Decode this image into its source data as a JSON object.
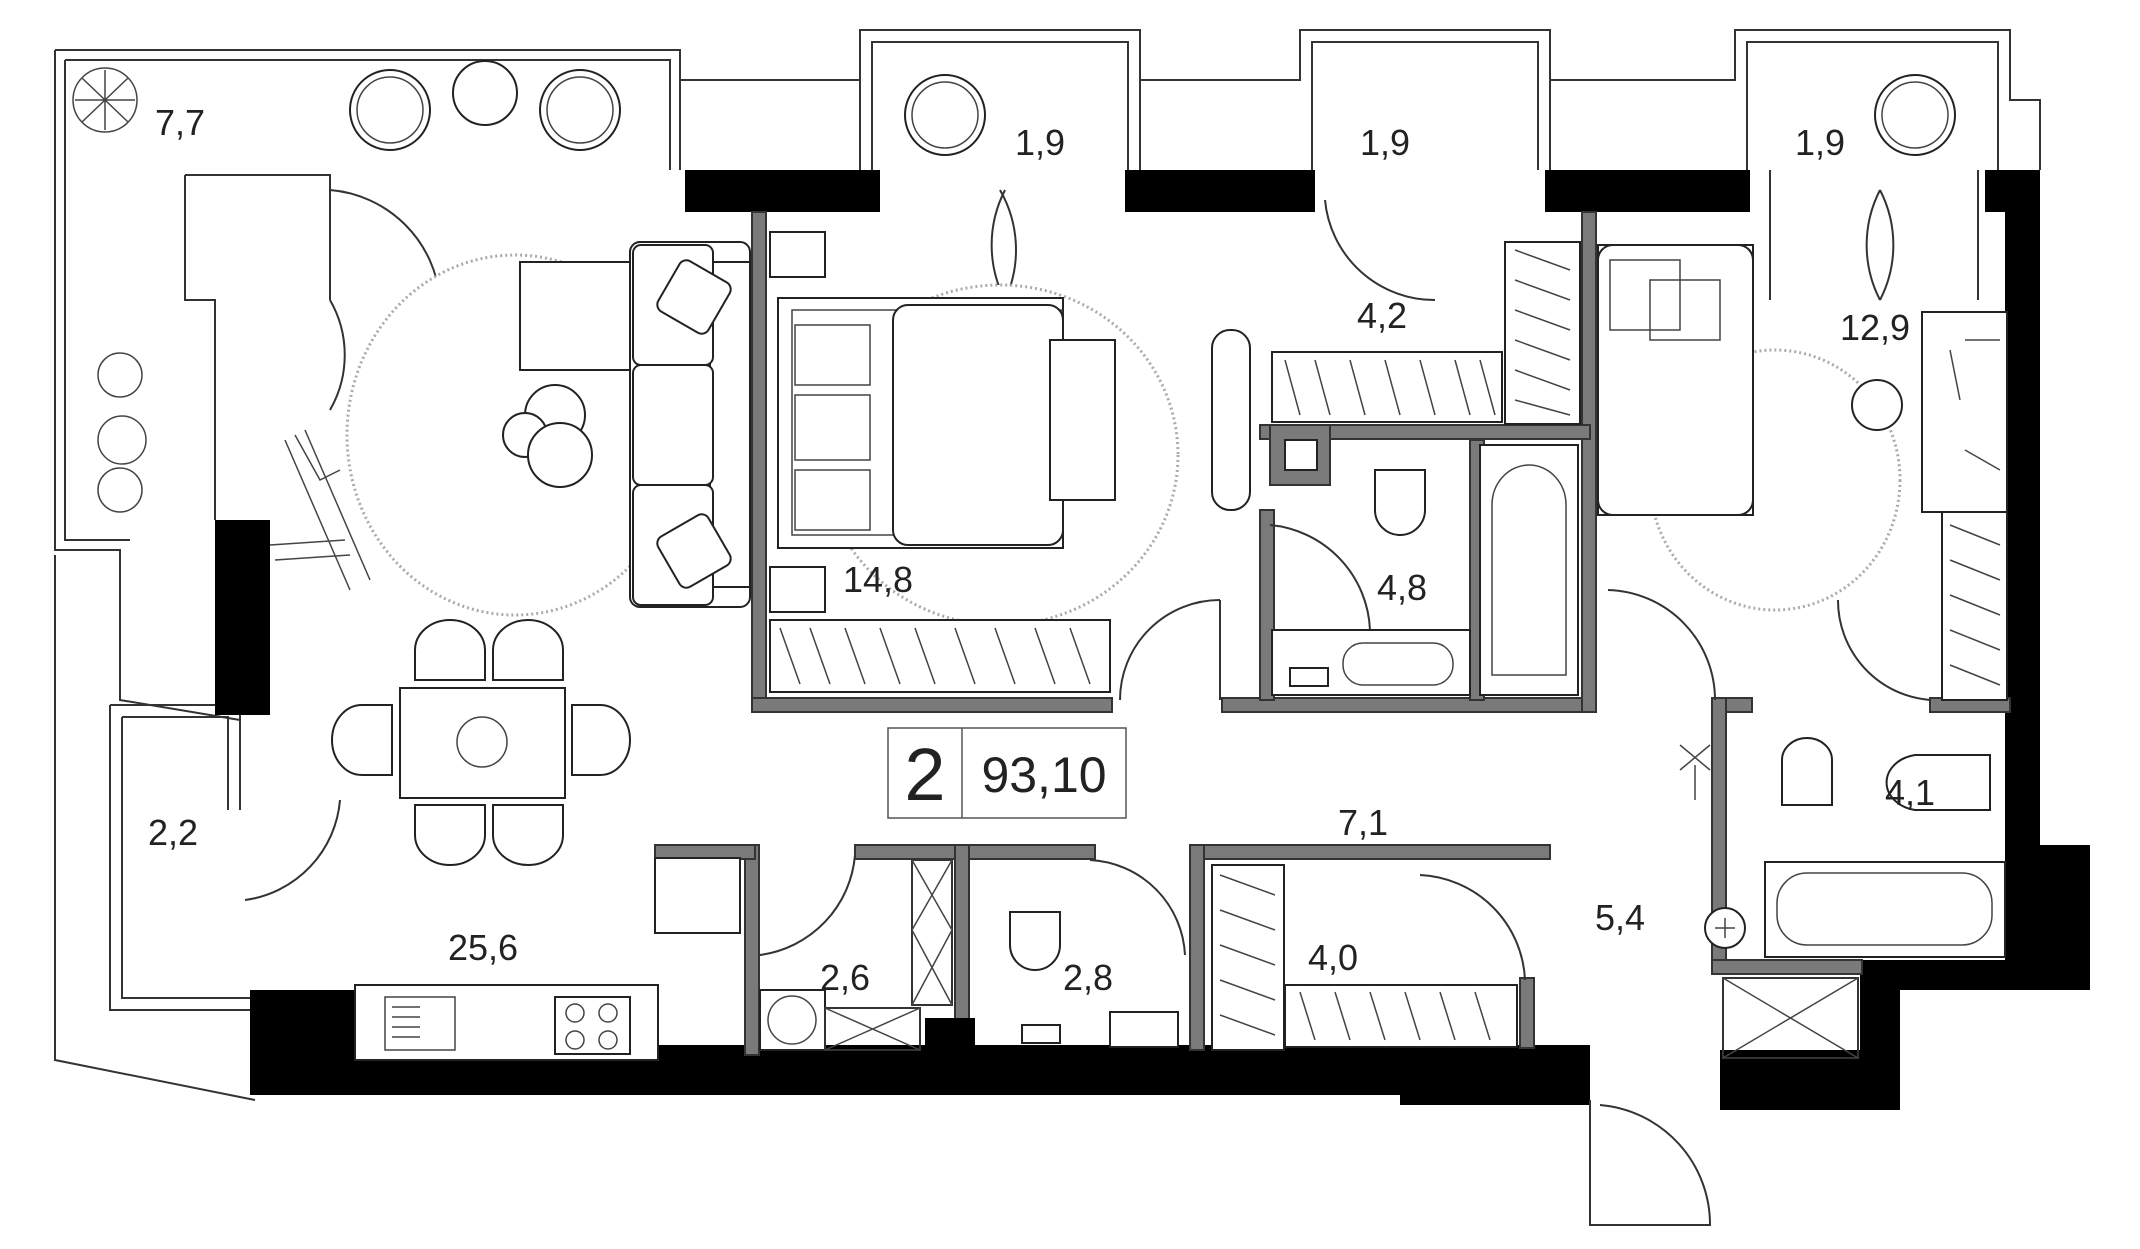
{
  "apartment": {
    "rooms_count": "2",
    "total_area": "93,10"
  },
  "rooms": {
    "terrace": "7,7",
    "balcony_1": "1,9",
    "balcony_2": "1,9",
    "balcony_3": "1,9",
    "closet_top": "4,2",
    "bedroom_master": "14,8",
    "bathroom_master": "4,8",
    "bedroom_second": "12,9",
    "balcony_left": "2,2",
    "living_kitchen": "25,6",
    "laundry": "2,6",
    "wc": "2,8",
    "hall": "7,1",
    "closet_bottom": "4,0",
    "entrance": "5,4",
    "bathroom_second": "4,1"
  }
}
